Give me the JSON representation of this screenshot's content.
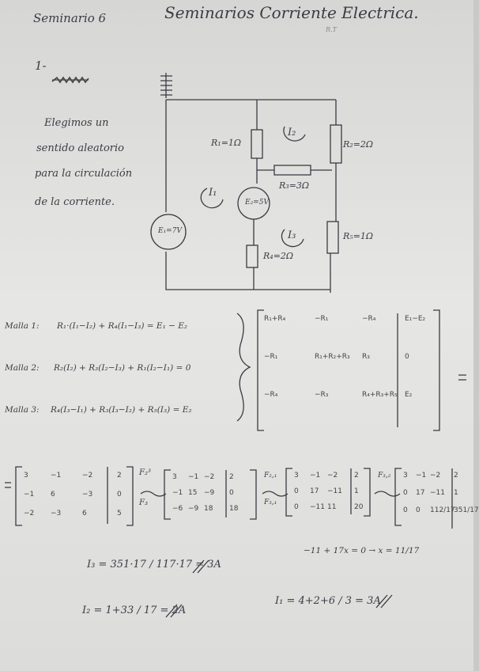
{
  "header": {
    "left": "Seminario 6",
    "title": "Seminarios Corriente Electrica.",
    "sub": "R.T"
  },
  "problem": {
    "number": "1-",
    "note_lines": [
      "Elegimos un",
      "sentido aleatorio",
      "para la circulación",
      "de la corriente."
    ]
  },
  "circuit": {
    "R1": "R₁=1Ω",
    "R2": "R₂=2Ω",
    "R3": "R₃=3Ω",
    "R4": "R₄=2Ω",
    "R5": "R₅=1Ω",
    "E1": "E₁=7V",
    "E2": "E₂=5V",
    "I1": "I₁",
    "I2": "I₂",
    "I3": "I₃"
  },
  "meshes": [
    {
      "label": "Malla 1:",
      "eq": "R₁·(I₁−I₂) + R₄(I₁−I₃) = E₁ − E₂"
    },
    {
      "label": "Malla 2:",
      "eq": "R₂(I₂) + R₃(I₂−I₃) + R₁(I₂−I₁) = 0"
    },
    {
      "label": "Malla 3:",
      "eq": "R₄(I₃−I₁) + R₃(I₃−I₂) + R₅(I₃) = E₂"
    }
  ],
  "symbolic_matrix": [
    [
      "R₁+R₄",
      "−R₁",
      "−R₄",
      "E₁−E₂"
    ],
    [
      "−R₁",
      "R₁+R₂+R₃",
      "R₃",
      "0"
    ],
    [
      "−R₄",
      "−R₃",
      "R₄+R₃+R₅",
      "E₂"
    ]
  ],
  "numeric_steps": {
    "m1": [
      [
        "3",
        "−1",
        "−2",
        "2"
      ],
      [
        "−1",
        "6",
        "−3",
        "0"
      ],
      [
        "−2",
        "−3",
        "6",
        "5"
      ]
    ],
    "m2": [
      [
        "3",
        "−1",
        "−2",
        "2"
      ],
      [
        "−1",
        "15",
        "−9",
        "0"
      ],
      [
        "−6",
        "−9",
        "18",
        "18"
      ]
    ],
    "m3": [
      [
        "3",
        "−1",
        "−2",
        "2"
      ],
      [
        "0",
        "17",
        "−11",
        "1"
      ],
      [
        "0",
        "−11",
        "11",
        "20"
      ]
    ],
    "m4": [
      [
        "3",
        "−1",
        "−2",
        "2"
      ],
      [
        "0",
        "17",
        "−11",
        "1"
      ],
      [
        "0",
        "0",
        "112/17",
        "351/17"
      ]
    ],
    "ops": [
      "F₂³",
      "F₃",
      "F₂,₁",
      "F₃,₁",
      "F₃,₂"
    ]
  },
  "results": {
    "side": "−11 + 17x = 0 → x = 11/17",
    "I3": "I₃ = 351·17 / 117·17 = 3A",
    "I2": "I₂ = 1+33 / 17 = 2A",
    "I1": "I₁ = 4+2+6 / 3 = 3A"
  }
}
